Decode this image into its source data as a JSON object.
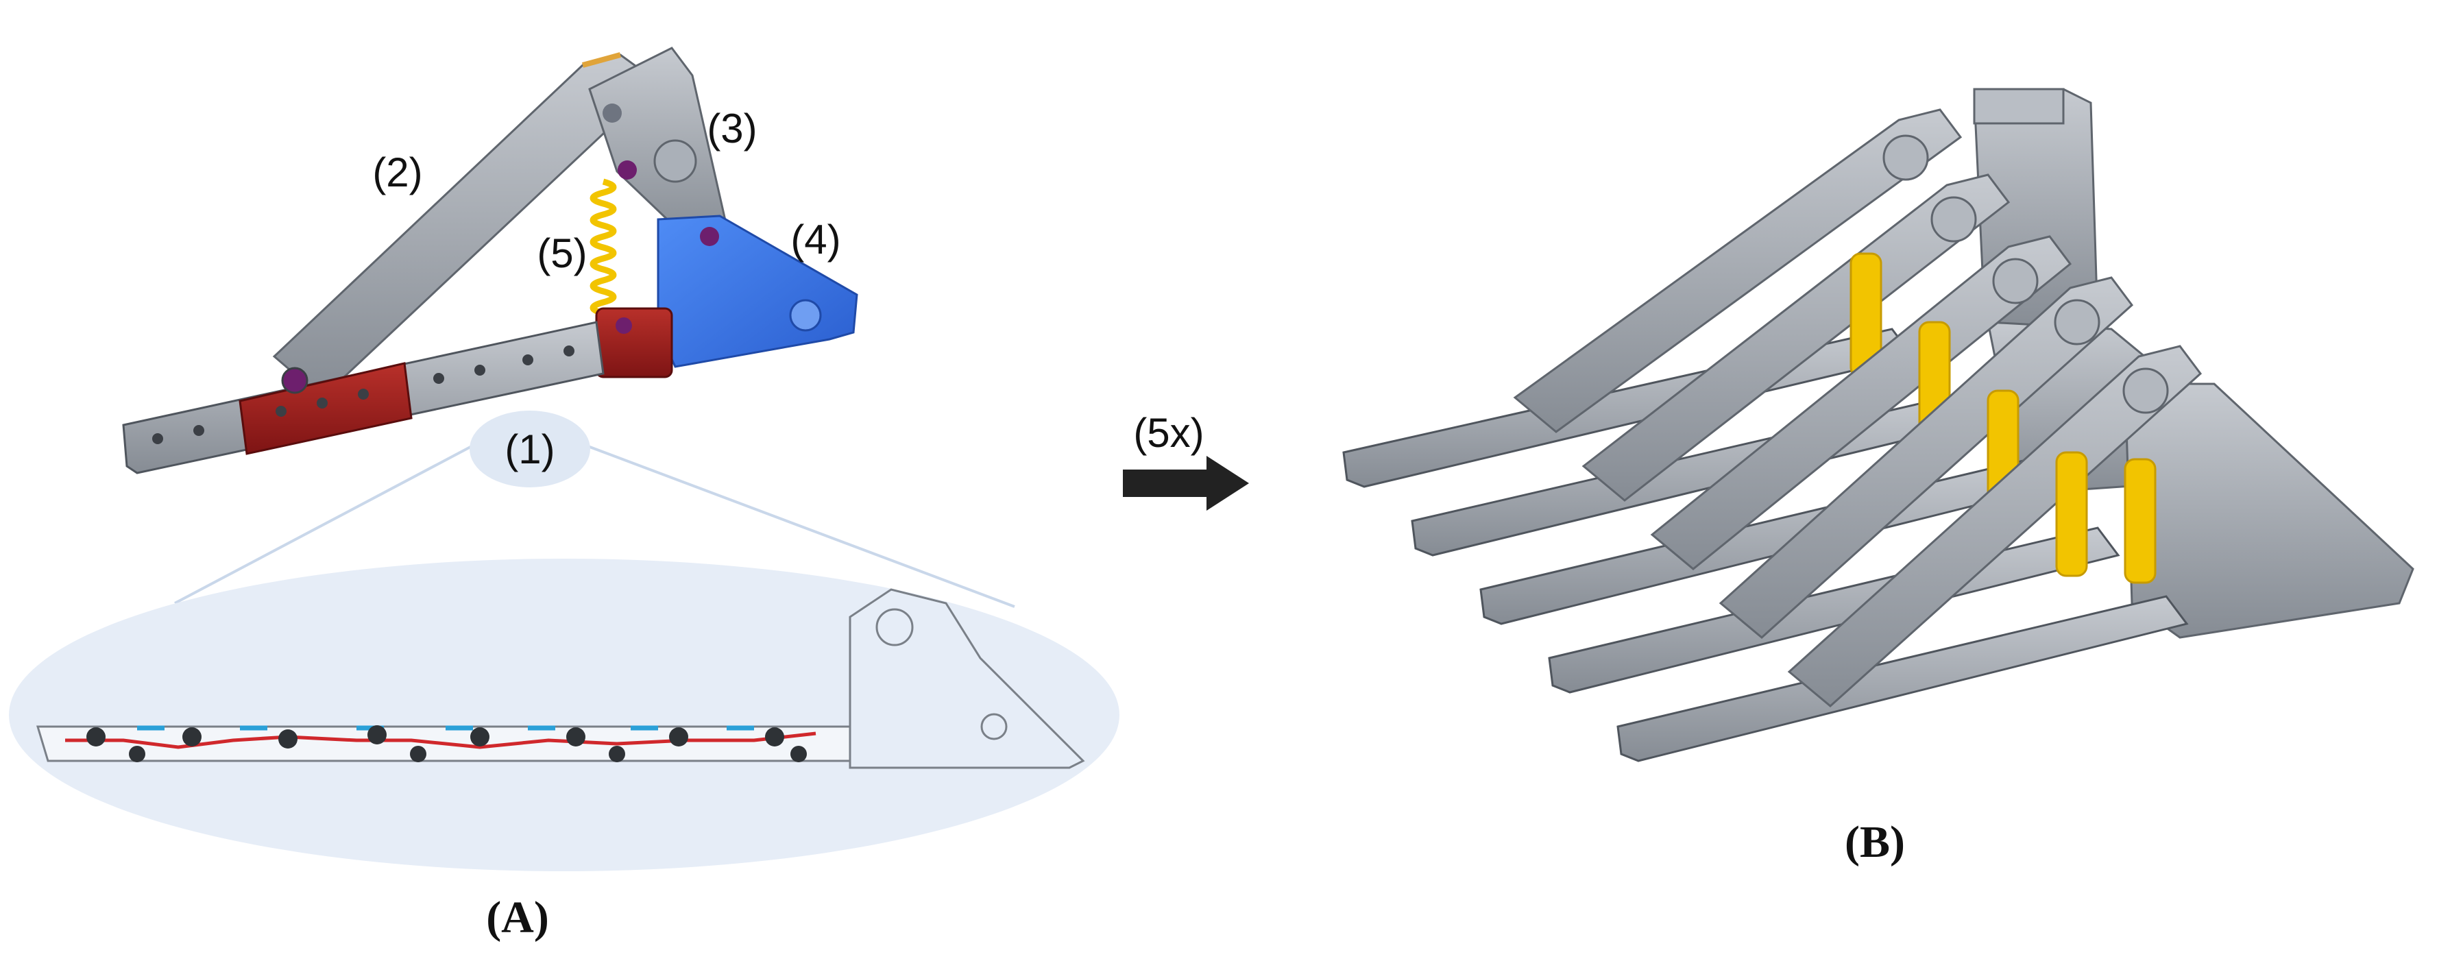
{
  "figure": {
    "panel_a": {
      "label": "(A)",
      "part_labels": {
        "p1": "(1)",
        "p2": "(2)",
        "p3": "(3)",
        "p4": "(4)",
        "p5": "(5)"
      }
    },
    "arrow_label": "(5x)",
    "panel_b": {
      "label": "(B)"
    }
  },
  "colors": {
    "link_gray": "#9aa0a8",
    "link_dark": "#5f656d",
    "segment_red": "#9b1b1b",
    "base_blue": "#3c78e8",
    "spring_yellow": "#f2c400",
    "zoom_bubble": "#e4ecf6",
    "tendon_red": "#d0282c",
    "tendon_blue": "#2aa0d8",
    "arrow": "#222222"
  }
}
